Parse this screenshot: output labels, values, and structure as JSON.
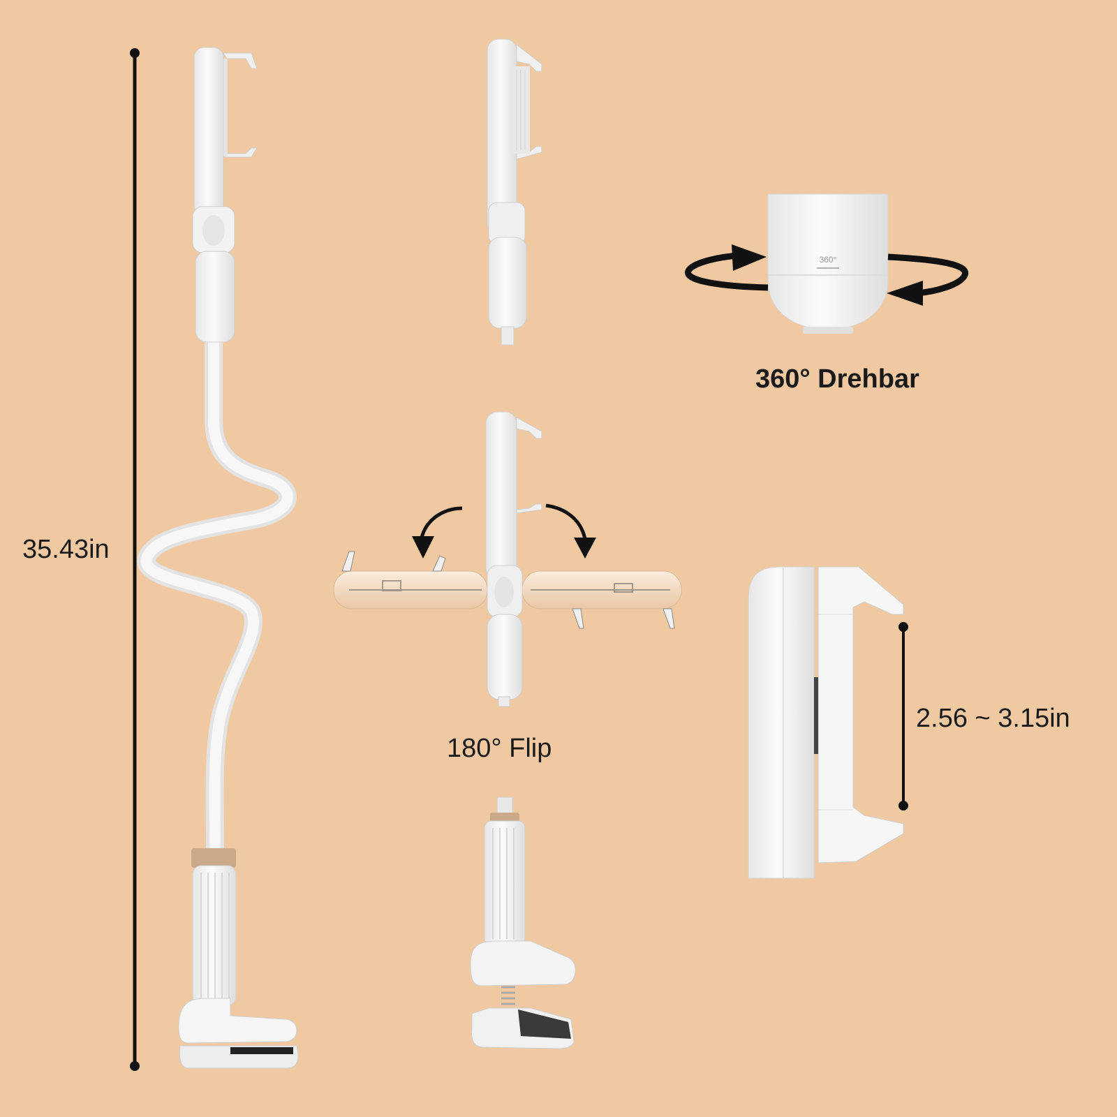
{
  "labels": {
    "total_height": "35.43in",
    "rotation": "360° Drehbar",
    "flip": "180° Flip",
    "clamp_range": "2.56 ~ 3.15in",
    "knob_mark": "360°"
  },
  "colors": {
    "background": "#f0c9a2",
    "product_white": "#f4f4f4",
    "shadow_grey": "#d9d9d9",
    "line_dark": "#111111",
    "accent_ring": "#c9a98a"
  },
  "icons": {
    "rotate_arrows": "circular-arrows-icon",
    "flip_arrows": "curved-down-arrow-icon"
  }
}
